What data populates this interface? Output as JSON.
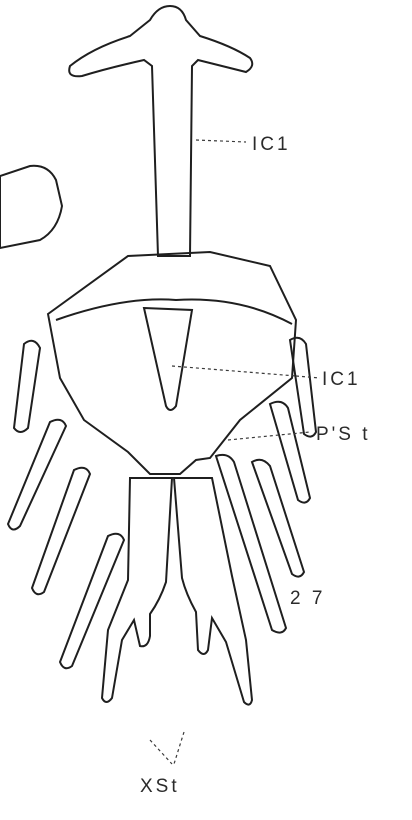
{
  "figure": {
    "number": "2 7",
    "labels": {
      "ic1_upper": "IC1",
      "ic1_lower": "IC1",
      "pst": "P'S t",
      "xst": "XSt"
    }
  },
  "colors": {
    "ink": "#1f1f1f",
    "bone": "#f3f1ec",
    "stipple": "#6f6f6f",
    "background": "#ffffff"
  }
}
